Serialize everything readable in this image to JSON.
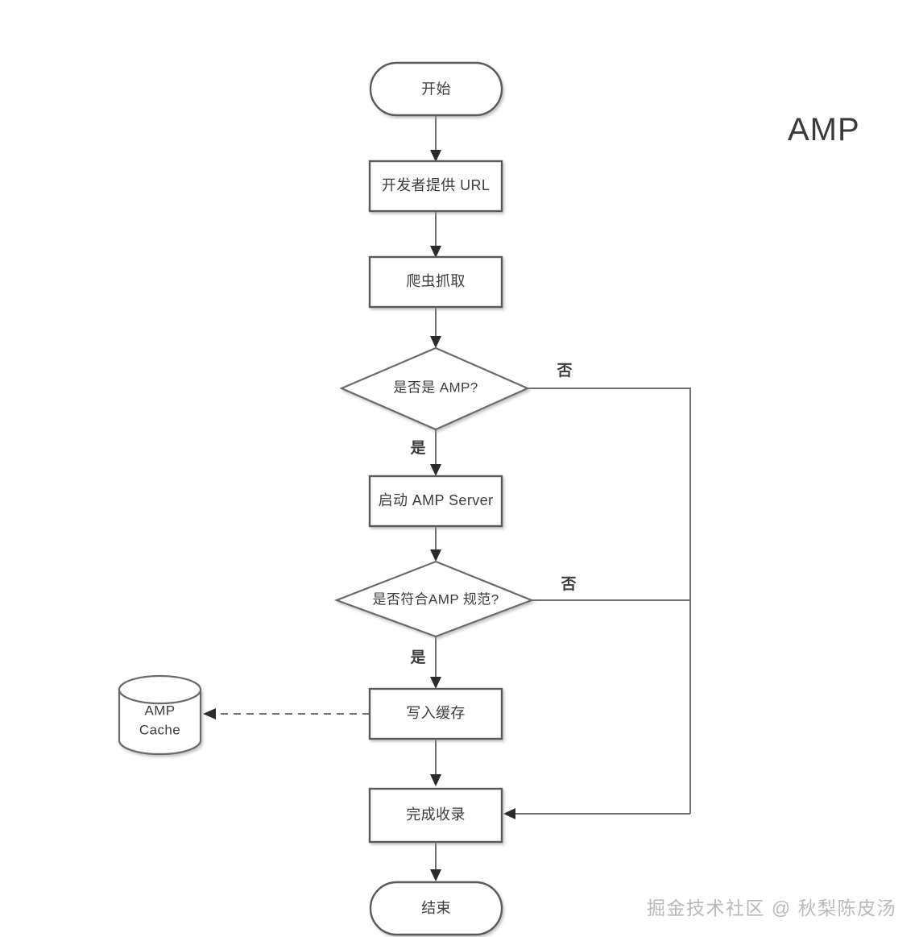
{
  "diagram": {
    "title": "AMP",
    "watermark": "掘金技术社区 @ 秋梨陈皮汤",
    "type": "flowchart",
    "colors": {
      "background": "#ffffff",
      "shape_stroke": "#6b6b6b",
      "shape_fill": "#ffffff",
      "connector": "#6f6f6f",
      "text": "#3c3c3c",
      "watermark": "#b9b9b9"
    },
    "nodes": {
      "start": {
        "label": "开始",
        "shape": "stadium"
      },
      "provide_url": {
        "label": "开发者提供 URL",
        "shape": "rectangle"
      },
      "crawl": {
        "label": "爬虫抓取",
        "shape": "rectangle"
      },
      "is_amp": {
        "label": "是否是 AMP?",
        "shape": "diamond"
      },
      "start_server": {
        "label": "启动 AMP Server",
        "shape": "rectangle"
      },
      "is_valid": {
        "label": "是否符合AMP 规范?",
        "shape": "diamond"
      },
      "write_cache": {
        "label": "写入缓存",
        "shape": "rectangle"
      },
      "amp_cache": {
        "label_line1": "AMP",
        "label_line2": "Cache",
        "shape": "cylinder"
      },
      "finish_index": {
        "label": "完成收录",
        "shape": "rectangle"
      },
      "end": {
        "label": "结束",
        "shape": "stadium"
      }
    },
    "edge_labels": {
      "is_amp_yes": "是",
      "is_amp_no": "否",
      "is_valid_yes": "是",
      "is_valid_no": "否"
    }
  }
}
